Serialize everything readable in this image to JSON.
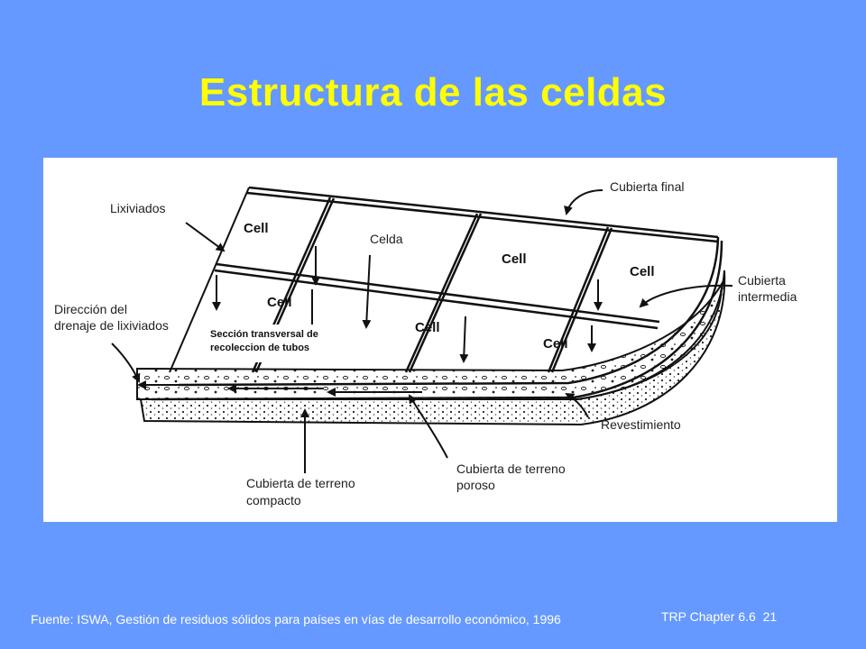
{
  "title": "Estructura de las celdas",
  "diagram": {
    "labels": {
      "cubierta_final": "Cubierta final",
      "lixiviados": "Lixiviados",
      "celda": "Celda",
      "cubierta_intermedia_1": "Cubierta",
      "cubierta_intermedia_2": "intermedia",
      "direccion_1": "Dirección del",
      "direccion_2": "drenaje de lixiviados",
      "seccion_1": "Sección transversal  de",
      "seccion_2": "recoleccion de tubos",
      "revestimiento": "Revestimiento",
      "poroso_1": "Cubierta de terreno",
      "poroso_2": "poroso",
      "compacto_1": "Cubierta de terreno",
      "compacto_2": "compacto"
    },
    "cell_word": "Cell",
    "colors": {
      "line": "#111111",
      "panel": "#ffffff"
    }
  },
  "footer": {
    "source": "Fuente: ISWA, Gestión de residuos sólidos  para países en vías de desarrollo económico, 1996",
    "chapter": "TRP Chapter 6.6",
    "page": "21"
  },
  "colors": {
    "background": "#6699ff",
    "title": "#ffff00",
    "footer": "#ffffff"
  }
}
